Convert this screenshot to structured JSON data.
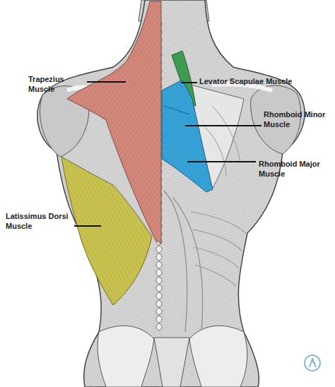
{
  "diagram": {
    "labels": [
      "Trapezius Muscle",
      "Levator Scapulae Muscle",
      "Rhomboid Minor Muscle",
      "Rhomboid Major Muscle",
      "Latissimus Dorsi Muscle"
    ]
  }
}
